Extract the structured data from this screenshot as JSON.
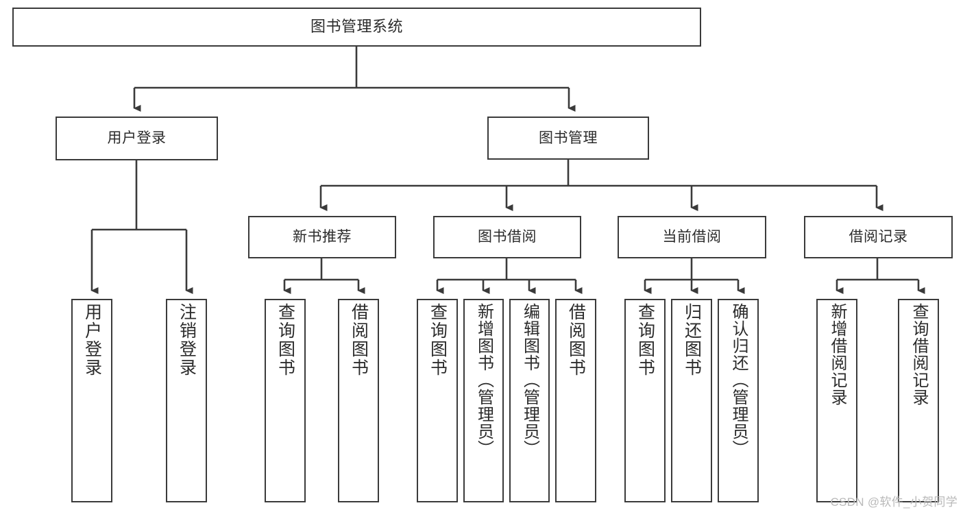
{
  "diagram": {
    "title": "图书管理系统",
    "type": "hierarchy-tree",
    "root": {
      "label": "图书管理系统"
    },
    "level2": [
      {
        "label": "用户登录"
      },
      {
        "label": "图书管理"
      }
    ],
    "level3": [
      {
        "label": "新书推荐"
      },
      {
        "label": "图书借阅"
      },
      {
        "label": "当前借阅"
      },
      {
        "label": "借阅记录"
      }
    ],
    "leaves": {
      "login": [
        {
          "label": "用户登录"
        },
        {
          "label": "注销登录"
        }
      ],
      "new_book_recommend": [
        {
          "label": "查询图书"
        },
        {
          "label": "借阅图书"
        }
      ],
      "book_borrow": [
        {
          "label": "查询图书"
        },
        {
          "label": "新增图书（管理员）"
        },
        {
          "label": "编辑图书（管理员）"
        },
        {
          "label": "借阅图书"
        }
      ],
      "current_borrow": [
        {
          "label": "查询图书"
        },
        {
          "label": "归还图书"
        },
        {
          "label": "确认归还（管理员）"
        }
      ],
      "borrow_record": [
        {
          "label": "新增借阅记录"
        },
        {
          "label": "查询借阅记录"
        }
      ]
    }
  },
  "watermark": {
    "text": "CSDN @软件_小贺同学"
  },
  "colors": {
    "stroke": "#3a3a3a",
    "text": "#2b2b2b",
    "background": "#ffffff",
    "watermark": "#b9b9b9"
  }
}
